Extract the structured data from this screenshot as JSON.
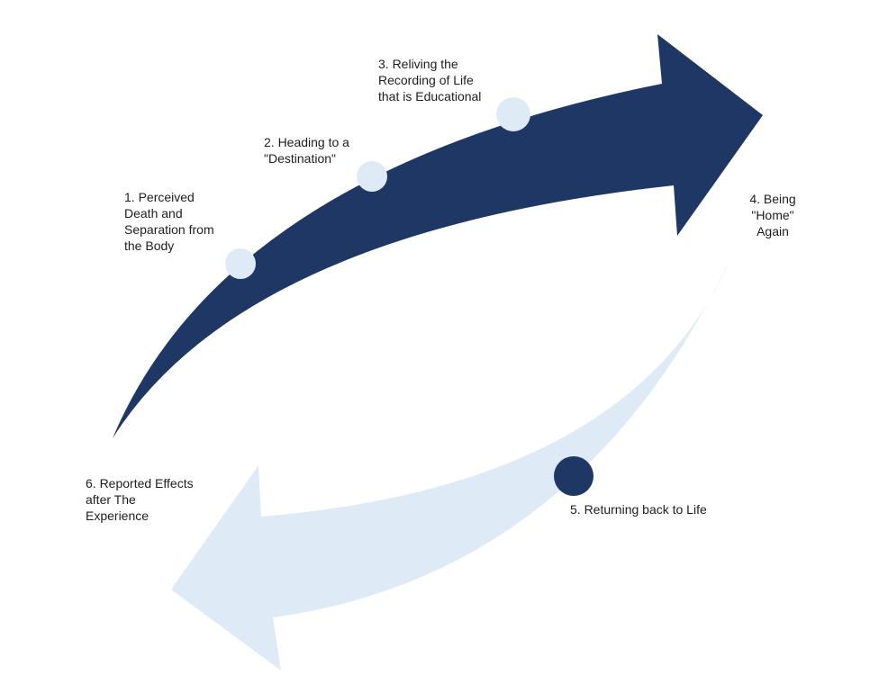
{
  "colors": {
    "dark_arrow": "#1e3764",
    "light_arrow": "#deebf7",
    "light_dot": "#deebf7",
    "dark_dot": "#1e3764",
    "text": "#1e1e1e"
  },
  "steps": [
    {
      "label": "1. Perceived\nDeath and\nSeparation from\nthe Body"
    },
    {
      "label": "2. Heading to a\n\"Destination\""
    },
    {
      "label": "3. Reliving the\nRecording of Life\nthat is Educational"
    },
    {
      "label": "4. Being\n\"Home\"\nAgain"
    },
    {
      "label": "5. Returning back to Life"
    },
    {
      "label": "6. Reported Effects\nafter The\nExperience"
    }
  ]
}
